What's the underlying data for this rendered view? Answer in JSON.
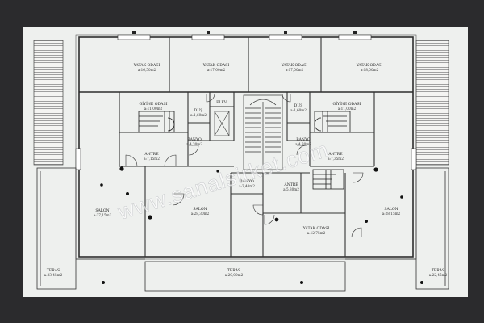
{
  "rooms": [
    {
      "id": "bedroom-1",
      "name": "YATAK ODASI",
      "area": "a:16,50m2"
    },
    {
      "id": "bedroom-2",
      "name": "YATAK ODASI",
      "area": "a:17,00m2"
    },
    {
      "id": "bedroom-3",
      "name": "YATAK ODASI",
      "area": "a:17,00m2"
    },
    {
      "id": "bedroom-4",
      "name": "YATAK ODASI",
      "area": "a:18,00m2"
    },
    {
      "id": "dressing-left",
      "name": "GİYİNE ODASI",
      "area": "a:11,00m2"
    },
    {
      "id": "dressing-right",
      "name": "GİYİNE ODASI",
      "area": "a:11,00m2"
    },
    {
      "id": "wc-left",
      "name": "DUŞ",
      "area": "a:1,60m2"
    },
    {
      "id": "wc-right",
      "name": "DUŞ",
      "area": "a:1,60m2"
    },
    {
      "id": "elevator",
      "name": "ELEV.",
      "area": ""
    },
    {
      "id": "bath-left",
      "name": "BANYO",
      "area": "a:4,30m2"
    },
    {
      "id": "bath-right",
      "name": "BANYO",
      "area": "a:4,30m2"
    },
    {
      "id": "hall-left",
      "name": "ANTRE",
      "area": "a:7,15m2"
    },
    {
      "id": "hall-right",
      "name": "ANTRE",
      "area": "a:7,35m2"
    },
    {
      "id": "bath-center",
      "name": "BANYO",
      "area": "a:3,40m2"
    },
    {
      "id": "hall-center",
      "name": "ANTRE",
      "area": "a:5,30m2"
    },
    {
      "id": "lounge-left",
      "name": "SALON",
      "area": "a:27,15m2"
    },
    {
      "id": "lounge-center",
      "name": "SALON",
      "area": "a:28,30m2"
    },
    {
      "id": "lounge-right",
      "name": "SALON",
      "area": "a:28,15m2"
    },
    {
      "id": "bedroom-5",
      "name": "YATAK ODASI",
      "area": "a:12,75m2"
    },
    {
      "id": "terrace-left",
      "name": "TERAS",
      "area": "a:23,45m2"
    },
    {
      "id": "terrace-center",
      "name": "TERAS",
      "area": "a:20,00m2"
    },
    {
      "id": "terrace-right",
      "name": "TERAS",
      "area": "a:22,45m2"
    }
  ],
  "watermark": "www.sanalsirket.com"
}
